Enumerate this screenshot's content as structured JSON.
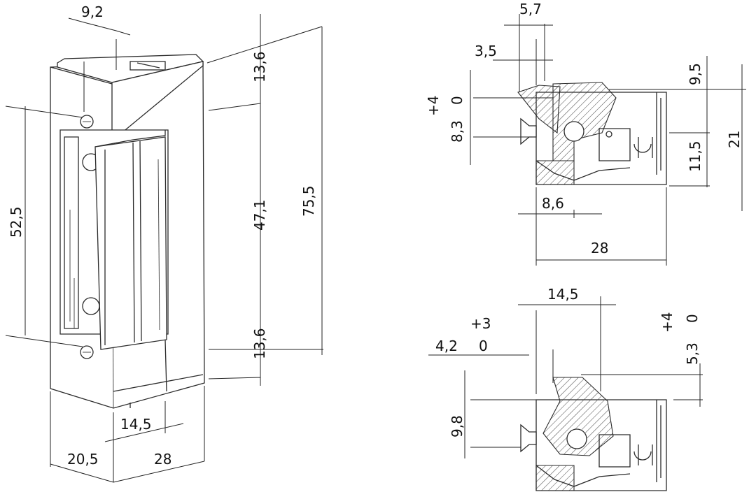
{
  "front_view": {
    "dim_top_width": "9,2",
    "dim_top_section": "13,6",
    "dim_middle_section": "47,1",
    "dim_bottom_section": "13,6",
    "dim_total_height": "75,5",
    "dim_plate_height": "52,5",
    "dim_bottom_14_5": "14,5",
    "dim_bottom_20_5": "20,5",
    "dim_bottom_28": "28"
  },
  "top_section_view": {
    "dim_5_7": "5,7",
    "dim_3_5": "3,5",
    "dim_tol_plus4": "+4",
    "dim_tol_0": "0",
    "dim_8_3": "8,3",
    "dim_9_5": "9,5",
    "dim_11_5": "11,5",
    "dim_21": "21",
    "dim_8_6": "8,6",
    "dim_28": "28"
  },
  "bottom_section_view": {
    "dim_14_5": "14,5",
    "dim_tol_plus3": "+3",
    "dim_4_2": "4,2",
    "dim_tol_0a": "0",
    "dim_tol_plus4": "+4",
    "dim_5_3": "5,3",
    "dim_tol_0b": "0",
    "dim_9_8": "9,8"
  }
}
